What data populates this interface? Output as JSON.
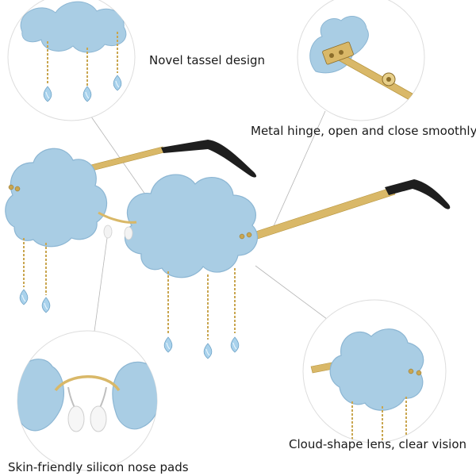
{
  "captions": {
    "tassel": "Novel tassel design",
    "hinge": "Metal hinge, open and close smoothly",
    "lens": "Cloud-shape lens, clear vision",
    "nose_pads": "Skin-friendly silicon nose pads"
  },
  "colors": {
    "lens": "#a9cde4",
    "lens_edge": "#8cb6d3",
    "metal": "#d9b868",
    "metal_dark": "#b8963f",
    "temple_tip": "#1e1e1e",
    "bead": "#a9d2ec",
    "callout_line": "#b5b5b5",
    "circle_outline": "#dddddd"
  }
}
